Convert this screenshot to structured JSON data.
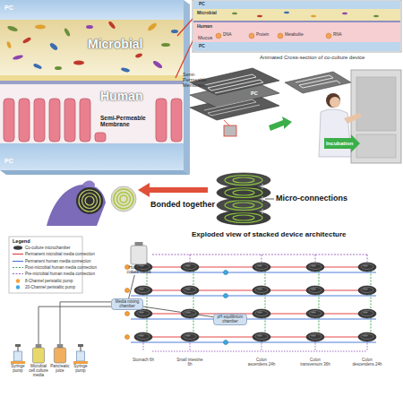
{
  "diagram": {
    "nodes": [
      {
        "text": [
          "Human cell culture media"
        ]
      },
      {
        "text": [
          "Media mixing chamber"
        ]
      },
      {
        "text": [
          "pH equilibrium chamber"
        ]
      },
      {
        "text": [
          "Syringe pump"
        ]
      },
      {
        "text": [
          "Microbial cell culture media"
        ]
      },
      {
        "text": [
          "Pancreatic juice"
        ]
      },
      {
        "text": [
          "Syringe pump"
        ]
      }
    ],
    "edges": [
      {
        "from": 0,
        "to": 1,
        "arrow": "none"
      },
      {
        "from": 1,
        "to": 2,
        "arrow": "none"
      },
      {
        "from": 4,
        "to": 1,
        "arrow": "none"
      },
      {
        "from": 5,
        "to": 1,
        "arrow": "none"
      }
    ],
    "labels": [
      "PC",
      "Microbial",
      "Human",
      "PC",
      "Mucus",
      "Semi-Permeable Membrane",
      "Semi-Permeable Membrane",
      "PC",
      "PC",
      "Incubation",
      "PC",
      "Microbial",
      "Human",
      "DNA",
      "Protein",
      "Metabolite",
      "RNA",
      "PC",
      "Animated Cross-section of co-culture device",
      "Bonded together",
      "Micro-connections",
      "Exploded view of stacked device architecture",
      "Stomach 6h",
      "Small intestine 6h",
      "Colon ascendens 24h",
      "Colon transversum 36h",
      "Colon descendens 24h",
      "Legend"
    ],
    "legend": [
      {
        "text": "Co-culture microchamber"
      },
      {
        "text": "Permanent microbial media connection"
      },
      {
        "text": "Permanent human media connection"
      },
      {
        "text": "Post-microbial human media connection"
      },
      {
        "text": "Pre-microbial human media connection"
      },
      {
        "text": "8-Channel peristaltic pump"
      },
      {
        "text": "20-Channel peristaltic pump"
      }
    ]
  }
}
